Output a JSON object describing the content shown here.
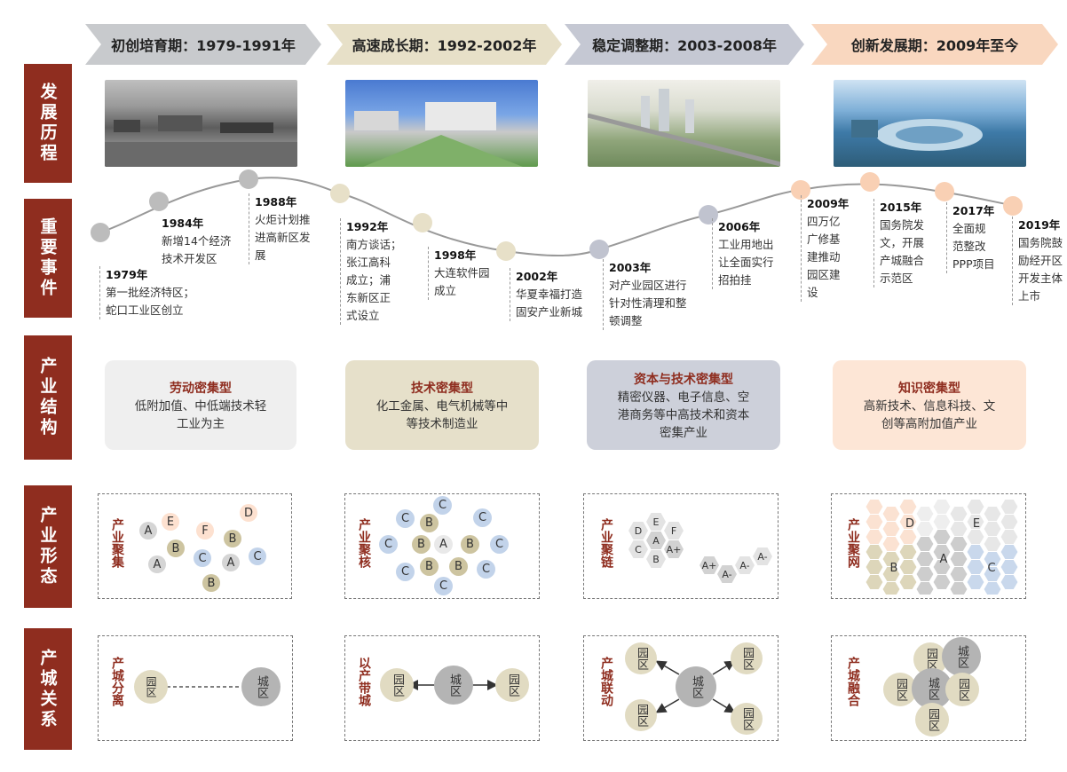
{
  "phases": [
    {
      "label": "初创培育期：1979-1991年",
      "color": "#c8cacd"
    },
    {
      "label": "高速成长期：1992-2002年",
      "color": "#e7e0c8"
    },
    {
      "label": "稳定调整期：2003-2008年",
      "color": "#c5c8d3"
    },
    {
      "label": "创新发展期：2009年至今",
      "color": "#f9d7bf"
    }
  ],
  "row_labels": {
    "history": "发展历程",
    "events": "重要事件",
    "structure": "产业结构",
    "form": "产业形态",
    "relation": "产城关系"
  },
  "events": [
    {
      "year": "1979年",
      "text": "第一批经济特区；\n蛇口工业区创立"
    },
    {
      "year": "1984年",
      "text": "新增14个经济\n技术开发区"
    },
    {
      "year": "1988年",
      "text": "火炬计划推\n进高新区发\n展"
    },
    {
      "year": "1992年",
      "text": "南方谈话；\n张江高科\n成立；浦\n东新区正\n式设立"
    },
    {
      "year": "1998年",
      "text": "大连软件园\n成立"
    },
    {
      "year": "2002年",
      "text": "华夏幸福打造\n固安产业新城"
    },
    {
      "year": "2003年",
      "text": "对产业园区进行\n针对性清理和整\n顿调整"
    },
    {
      "year": "2006年",
      "text": "工业用地出\n让全面实行\n招拍挂"
    },
    {
      "year": "2009年",
      "text": "四万亿\n广修基\n建推动\n园区建\n设"
    },
    {
      "year": "2015年",
      "text": "国务院发\n文，开展\n产城融合\n示范区"
    },
    {
      "year": "2017年",
      "text": "全面规\n范整改\nPPP项目"
    },
    {
      "year": "2019年",
      "text": "国务院鼓\n励经开区\n开发主体\n上市"
    }
  ],
  "structures": [
    {
      "title": "劳动密集型",
      "desc": "低附加值、中低端技术轻\n工业为主",
      "color": "#efefef"
    },
    {
      "title": "技术密集型",
      "desc": "化工金属、电气机械等中\n等技术制造业",
      "color": "#e6e0ca"
    },
    {
      "title": "资本与技术密集型",
      "desc": "精密仪器、电子信息、空\n港商务等中高技术和资本\n密集产业",
      "color": "#cdd0da"
    },
    {
      "title": "知识密集型",
      "desc": "高新技术、信息科技、文\n创等高附加值产业",
      "color": "#fde6d6"
    }
  ],
  "forms": [
    {
      "label": "产业聚集",
      "nodes": [
        "A",
        "E",
        "F",
        "D",
        "B",
        "B",
        "A",
        "C",
        "A",
        "C",
        "B"
      ]
    },
    {
      "label": "产业聚核",
      "nodes": [
        "C",
        "C",
        "B",
        "C",
        "C",
        "B",
        "A",
        "B",
        "C",
        "C",
        "B",
        "B",
        "C",
        "C"
      ]
    },
    {
      "label": "产业聚链",
      "nodes": [
        "D",
        "E",
        "F",
        "A",
        "C",
        "B",
        "A+",
        "A+",
        "A-",
        "A-",
        "A-"
      ]
    },
    {
      "label": "产业聚网",
      "nodes": [
        "D",
        "E",
        "B",
        "A",
        "C"
      ]
    }
  ],
  "relations": [
    {
      "label": "产城分离",
      "park": "园区",
      "city": "城区"
    },
    {
      "label": "以产带城",
      "park": "园区",
      "city": "城区"
    },
    {
      "label": "产城联动",
      "park": "园区",
      "city": "城区"
    },
    {
      "label": "产城融合",
      "park": "园区",
      "city": "城区"
    }
  ]
}
